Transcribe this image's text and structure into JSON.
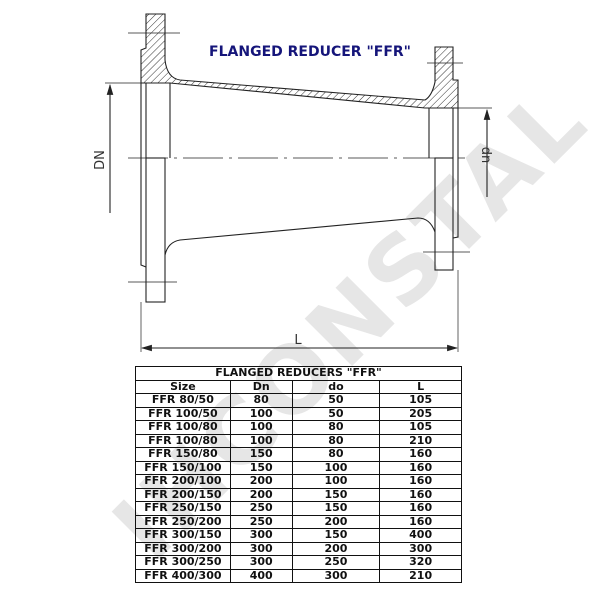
{
  "watermark": "IHCONSTAL",
  "drawing": {
    "title": "FLANGED REDUCER \"FFR\"",
    "labels": {
      "DN": "DN",
      "dn": "dn",
      "L": "L"
    },
    "title_color": "#15157a"
  },
  "table": {
    "title": "FLANGED REDUCERS \"FFR\"",
    "headers": [
      "Size",
      "Dn",
      "do",
      "L"
    ],
    "rows": [
      [
        "FFR 80/50",
        "80",
        "50",
        "105"
      ],
      [
        "FFR 100/50",
        "100",
        "50",
        "205"
      ],
      [
        "FFR 100/80",
        "100",
        "80",
        "105"
      ],
      [
        "FFR 100/80",
        "100",
        "80",
        "210"
      ],
      [
        "FFR 150/80",
        "150",
        "80",
        "160"
      ],
      [
        "FFR 150/100",
        "150",
        "100",
        "160"
      ],
      [
        "FFR 200/100",
        "200",
        "100",
        "160"
      ],
      [
        "FFR 200/150",
        "200",
        "150",
        "160"
      ],
      [
        "FFR 250/150",
        "250",
        "150",
        "160"
      ],
      [
        "FFR 250/200",
        "250",
        "200",
        "160"
      ],
      [
        "FFR 300/150",
        "300",
        "150",
        "400"
      ],
      [
        "FFR 300/200",
        "300",
        "200",
        "300"
      ],
      [
        "FFR 300/250",
        "300",
        "250",
        "320"
      ],
      [
        "FFR 400/300",
        "400",
        "300",
        "210"
      ]
    ]
  }
}
